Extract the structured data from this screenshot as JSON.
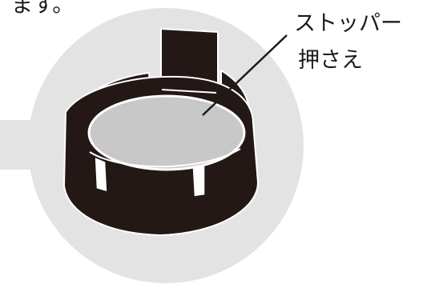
{
  "text": {
    "top_fragment": "ます。",
    "callout_line1": "ストッパー",
    "callout_line2": "押さえ"
  },
  "colors": {
    "background": "#ffffff",
    "disk": "#e3e3e3",
    "part": "#231815",
    "inner_face": "#c8c8c8",
    "outline": "#ffffff",
    "text": "#1a1a1a"
  }
}
